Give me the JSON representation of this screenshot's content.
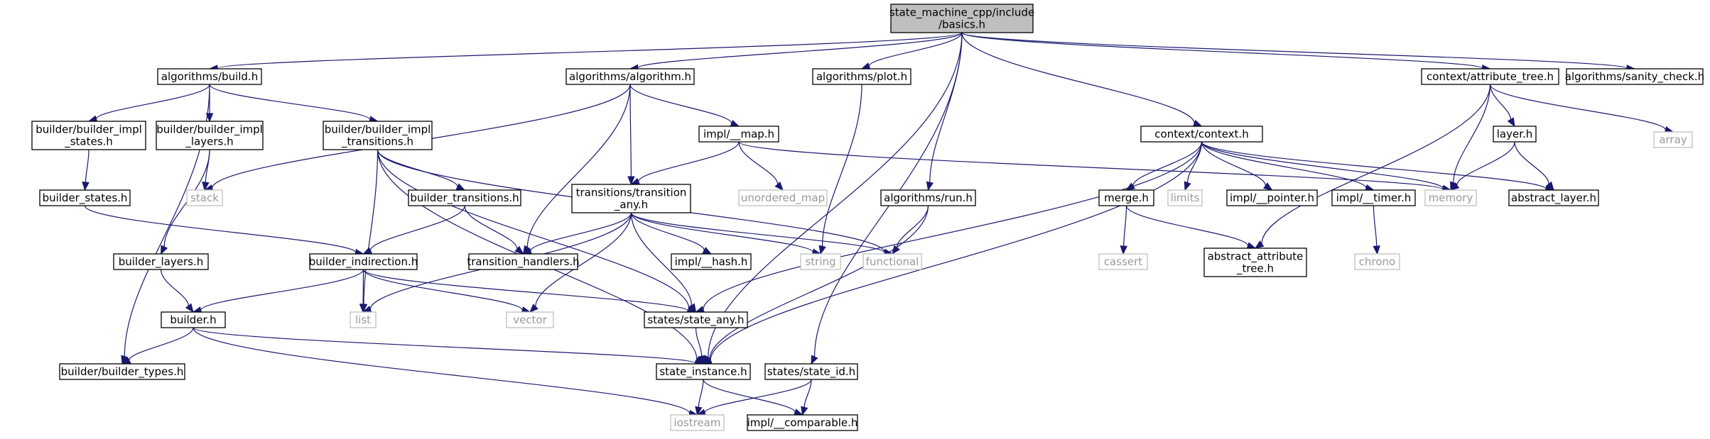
{
  "colors": {
    "edge": "#191970",
    "root_fill": "#bfbfbf",
    "system_border": "#bfbfbf",
    "system_text": "#9a9a9a"
  },
  "nodes": [
    {
      "id": "basics",
      "lines": [
        "state_machine_cpp/include",
        "/basics.h"
      ],
      "kind": "root"
    },
    {
      "id": "build",
      "lines": [
        "algorithms/build.h"
      ],
      "kind": "project"
    },
    {
      "id": "algorithm",
      "lines": [
        "algorithms/algorithm.h"
      ],
      "kind": "project"
    },
    {
      "id": "plot",
      "lines": [
        "algorithms/plot.h"
      ],
      "kind": "project"
    },
    {
      "id": "attr_tree",
      "lines": [
        "context/attribute_tree.h"
      ],
      "kind": "project"
    },
    {
      "id": "sanity",
      "lines": [
        "algorithms/sanity_check.h"
      ],
      "kind": "project"
    },
    {
      "id": "bi_states",
      "lines": [
        "builder/builder_impl",
        "_states.h"
      ],
      "kind": "project"
    },
    {
      "id": "bi_layers",
      "lines": [
        "builder/builder_impl",
        "_layers.h"
      ],
      "kind": "project"
    },
    {
      "id": "bi_trans",
      "lines": [
        "builder/builder_impl",
        "_transitions.h"
      ],
      "kind": "project"
    },
    {
      "id": "map",
      "lines": [
        "impl/__map.h"
      ],
      "kind": "project"
    },
    {
      "id": "context",
      "lines": [
        "context/context.h"
      ],
      "kind": "project"
    },
    {
      "id": "layer",
      "lines": [
        "layer.h"
      ],
      "kind": "project"
    },
    {
      "id": "array",
      "lines": [
        "array"
      ],
      "kind": "system"
    },
    {
      "id": "b_states",
      "lines": [
        "builder_states.h"
      ],
      "kind": "project"
    },
    {
      "id": "stack",
      "lines": [
        "stack"
      ],
      "kind": "system"
    },
    {
      "id": "b_trans",
      "lines": [
        "builder_transitions.h"
      ],
      "kind": "project"
    },
    {
      "id": "trans_any",
      "lines": [
        "transitions/transition",
        "_any.h"
      ],
      "kind": "project"
    },
    {
      "id": "unordered_map",
      "lines": [
        "unordered_map"
      ],
      "kind": "system"
    },
    {
      "id": "run",
      "lines": [
        "algorithms/run.h"
      ],
      "kind": "project"
    },
    {
      "id": "merge",
      "lines": [
        "merge.h"
      ],
      "kind": "project"
    },
    {
      "id": "limits",
      "lines": [
        "limits"
      ],
      "kind": "system"
    },
    {
      "id": "pointer",
      "lines": [
        "impl/__pointer.h"
      ],
      "kind": "project"
    },
    {
      "id": "timer",
      "lines": [
        "impl/__timer.h"
      ],
      "kind": "project"
    },
    {
      "id": "memory",
      "lines": [
        "memory"
      ],
      "kind": "system"
    },
    {
      "id": "abs_layer",
      "lines": [
        "abstract_layer.h"
      ],
      "kind": "project"
    },
    {
      "id": "b_layers",
      "lines": [
        "builder_layers.h"
      ],
      "kind": "project"
    },
    {
      "id": "b_indir",
      "lines": [
        "builder_indirection.h"
      ],
      "kind": "project"
    },
    {
      "id": "handlers",
      "lines": [
        "transition_handlers.h"
      ],
      "kind": "project"
    },
    {
      "id": "hash",
      "lines": [
        "impl/__hash.h"
      ],
      "kind": "project"
    },
    {
      "id": "string",
      "lines": [
        "string"
      ],
      "kind": "system"
    },
    {
      "id": "functional",
      "lines": [
        "functional"
      ],
      "kind": "system"
    },
    {
      "id": "cassert",
      "lines": [
        "cassert"
      ],
      "kind": "system"
    },
    {
      "id": "abs_attr",
      "lines": [
        "abstract_attribute",
        "_tree.h"
      ],
      "kind": "project"
    },
    {
      "id": "chrono",
      "lines": [
        "chrono"
      ],
      "kind": "system"
    },
    {
      "id": "builder",
      "lines": [
        "builder.h"
      ],
      "kind": "project"
    },
    {
      "id": "list",
      "lines": [
        "list"
      ],
      "kind": "system"
    },
    {
      "id": "vector",
      "lines": [
        "vector"
      ],
      "kind": "system"
    },
    {
      "id": "state_any",
      "lines": [
        "states/state_any.h"
      ],
      "kind": "project"
    },
    {
      "id": "b_types",
      "lines": [
        "builder/builder_types.h"
      ],
      "kind": "project"
    },
    {
      "id": "state_inst",
      "lines": [
        "state_instance.h"
      ],
      "kind": "project"
    },
    {
      "id": "state_id",
      "lines": [
        "states/state_id.h"
      ],
      "kind": "project"
    },
    {
      "id": "iostream",
      "lines": [
        "iostream"
      ],
      "kind": "system"
    },
    {
      "id": "comparable",
      "lines": [
        "impl/__comparable.h"
      ],
      "kind": "project"
    }
  ],
  "edges": [
    [
      "basics",
      "build"
    ],
    [
      "basics",
      "algorithm"
    ],
    [
      "basics",
      "plot"
    ],
    [
      "basics",
      "attr_tree"
    ],
    [
      "basics",
      "sanity"
    ],
    [
      "basics",
      "context"
    ],
    [
      "basics",
      "run"
    ],
    [
      "basics",
      "state_inst"
    ],
    [
      "basics",
      "state_id"
    ],
    [
      "build",
      "bi_states"
    ],
    [
      "build",
      "bi_layers"
    ],
    [
      "build",
      "bi_trans"
    ],
    [
      "build",
      "b_types"
    ],
    [
      "algorithm",
      "stack"
    ],
    [
      "algorithm",
      "map"
    ],
    [
      "algorithm",
      "trans_any"
    ],
    [
      "algorithm",
      "handlers"
    ],
    [
      "plot",
      "string"
    ],
    [
      "attr_tree",
      "layer"
    ],
    [
      "attr_tree",
      "array"
    ],
    [
      "attr_tree",
      "memory"
    ],
    [
      "attr_tree",
      "abs_attr"
    ],
    [
      "bi_states",
      "b_states"
    ],
    [
      "bi_layers",
      "stack"
    ],
    [
      "bi_layers",
      "b_layers"
    ],
    [
      "bi_trans",
      "b_trans"
    ],
    [
      "bi_trans",
      "functional"
    ],
    [
      "bi_trans",
      "list"
    ],
    [
      "bi_trans",
      "state_any"
    ],
    [
      "bi_trans",
      "state_inst"
    ],
    [
      "map",
      "unordered_map"
    ],
    [
      "map",
      "trans_any"
    ],
    [
      "map",
      "memory"
    ],
    [
      "context",
      "merge"
    ],
    [
      "context",
      "limits"
    ],
    [
      "context",
      "pointer"
    ],
    [
      "context",
      "timer"
    ],
    [
      "context",
      "memory"
    ],
    [
      "context",
      "abs_layer"
    ],
    [
      "context",
      "state_any"
    ],
    [
      "context",
      "state_inst"
    ],
    [
      "layer",
      "memory"
    ],
    [
      "layer",
      "abs_layer"
    ],
    [
      "b_states",
      "b_indir"
    ],
    [
      "b_trans",
      "b_indir"
    ],
    [
      "b_trans",
      "handlers"
    ],
    [
      "trans_any",
      "handlers"
    ],
    [
      "trans_any",
      "hash"
    ],
    [
      "trans_any",
      "string"
    ],
    [
      "trans_any",
      "functional"
    ],
    [
      "trans_any",
      "list"
    ],
    [
      "trans_any",
      "vector"
    ],
    [
      "trans_any",
      "state_any"
    ],
    [
      "run",
      "functional"
    ],
    [
      "run",
      "state_inst"
    ],
    [
      "merge",
      "cassert"
    ],
    [
      "merge",
      "abs_attr"
    ],
    [
      "timer",
      "chrono"
    ],
    [
      "b_layers",
      "builder"
    ],
    [
      "b_indir",
      "builder"
    ],
    [
      "b_indir",
      "list"
    ],
    [
      "b_indir",
      "vector"
    ],
    [
      "b_indir",
      "state_any"
    ],
    [
      "builder",
      "b_types"
    ],
    [
      "builder",
      "state_inst"
    ],
    [
      "builder",
      "iostream"
    ],
    [
      "state_any",
      "state_inst"
    ],
    [
      "state_inst",
      "iostream"
    ],
    [
      "state_inst",
      "comparable"
    ],
    [
      "state_id",
      "iostream"
    ],
    [
      "state_id",
      "comparable"
    ]
  ]
}
